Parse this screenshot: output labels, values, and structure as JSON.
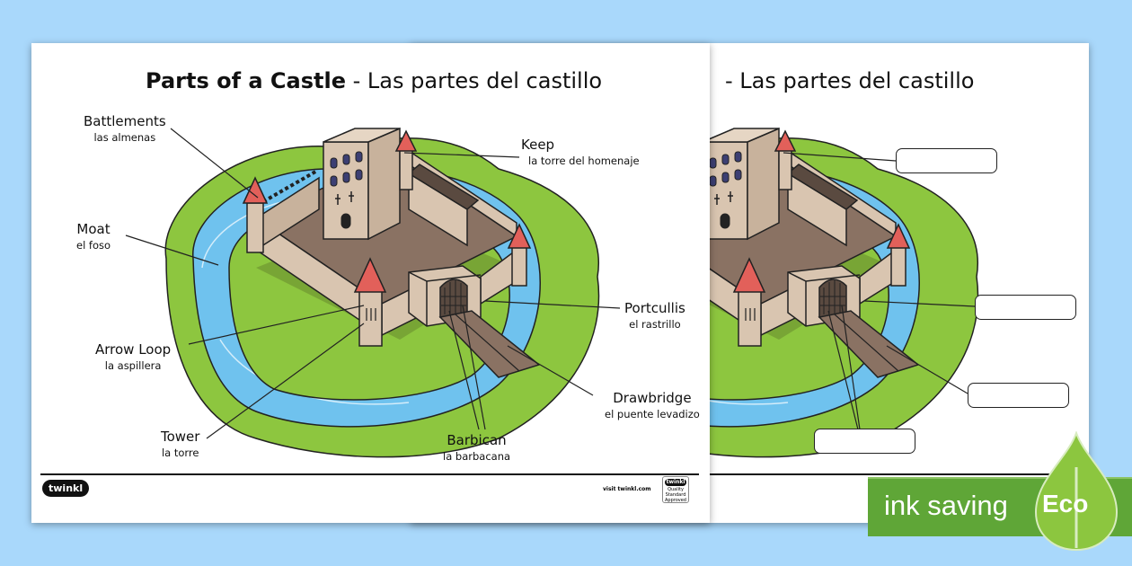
{
  "worksheet": {
    "title_en": "Parts of a Castle",
    "title_sep": " - ",
    "title_es": "Las partes del castillo",
    "labels": [
      {
        "en": "Battlements",
        "es": "las almenas"
      },
      {
        "en": "Keep",
        "es": "la torre del homenaje"
      },
      {
        "en": "Moat",
        "es": "el foso"
      },
      {
        "en": "Portcullis",
        "es": "el rastrillo"
      },
      {
        "en": "Arrow Loop",
        "es": "la aspillera"
      },
      {
        "en": "Drawbridge",
        "es": "el puente levadizo"
      },
      {
        "en": "Tower",
        "es": "la torre"
      },
      {
        "en": "Barbican",
        "es": "la barbacana"
      }
    ],
    "footer": {
      "logo": "twinkl",
      "visit": "visit twinkl.com",
      "badge_logo": "twinkl",
      "badge_text": "Quality Standard Approved"
    }
  },
  "eco_badge": {
    "text": "ink saving",
    "label": "Eco",
    "color": "#5fa637"
  },
  "colors": {
    "background": "#a9d8fb",
    "grass": "#8dc63f",
    "moat": "#6fc2ee",
    "roof": "#e2605a",
    "stone": "#d9c5b0",
    "courtyard": "#8a7263"
  }
}
